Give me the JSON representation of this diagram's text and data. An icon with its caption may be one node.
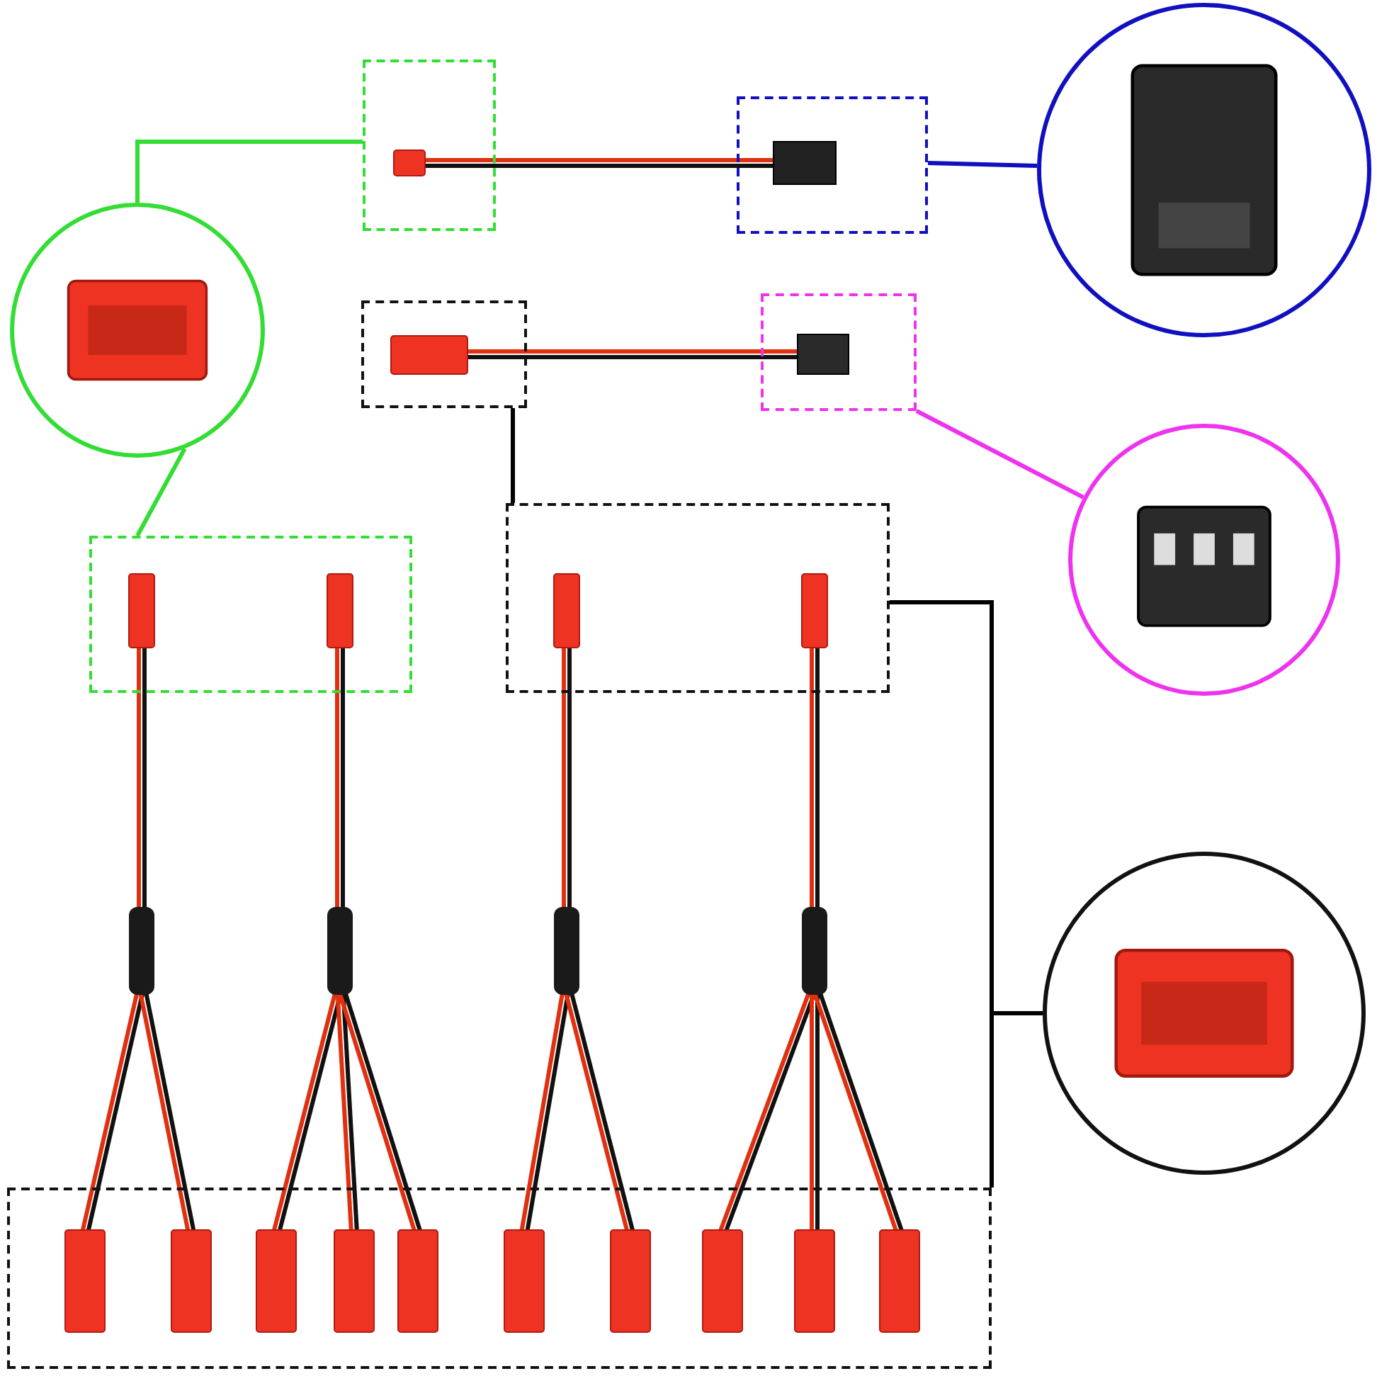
{
  "diagram": {
    "nodes": [
      {
        "text": [],
        "shape": "circle"
      },
      {
        "text": [],
        "shape": "box"
      },
      {
        "text": [],
        "shape": "box"
      },
      {
        "text": [],
        "shape": "circle"
      },
      {
        "text": [],
        "shape": "box"
      },
      {
        "text": [],
        "shape": "box"
      },
      {
        "text": [],
        "shape": "circle"
      },
      {
        "text": [],
        "shape": "box"
      },
      {
        "text": [],
        "shape": "box"
      },
      {
        "text": [],
        "shape": "circle"
      },
      {
        "text": [],
        "shape": "box"
      }
    ],
    "edges": [
      {
        "from": 1,
        "to": 0,
        "arrow": "none",
        "color": "#33dd33"
      },
      {
        "from": 0,
        "to": 7,
        "arrow": "none",
        "color": "#33dd33"
      },
      {
        "from": 2,
        "to": 3,
        "arrow": "none",
        "color": "#1010c0"
      },
      {
        "from": 5,
        "to": 6,
        "arrow": "none",
        "color": "#ee33ee"
      },
      {
        "from": 4,
        "to": 8,
        "arrow": "none"
      },
      {
        "from": 8,
        "to": 9,
        "arrow": "none"
      },
      {
        "from": 10,
        "to": 9,
        "arrow": "none"
      }
    ]
  }
}
